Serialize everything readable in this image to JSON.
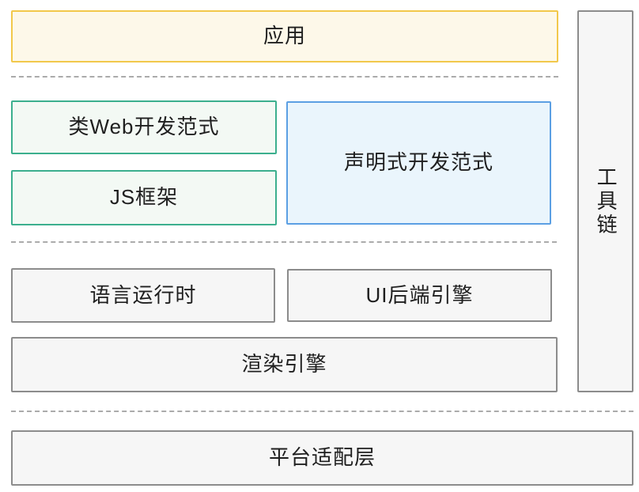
{
  "diagram": {
    "title": "framework-architecture-diagram",
    "boxes": {
      "app": {
        "label": "应用"
      },
      "toolchain": {
        "label": "工具链"
      },
      "web_paradigm": {
        "label": "类Web开发范式"
      },
      "js_framework": {
        "label": "JS框架"
      },
      "declarative_paradigm": {
        "label": "声明式开发范式"
      },
      "language_runtime": {
        "label": "语言运行时"
      },
      "ui_backend_engine": {
        "label": "UI后端引擎"
      },
      "render_engine": {
        "label": "渲染引擎"
      },
      "platform_adapter": {
        "label": "平台适配层"
      }
    },
    "colors": {
      "app_border": "#F2C84B",
      "app_bg": "#FDF8E9",
      "green_border": "#3CAF8E",
      "green_bg": "#F3F9F4",
      "blue_border": "#5B9FE3",
      "blue_bg": "#EAF5FC",
      "gray_border": "#8C8C8C",
      "gray_bg": "#F6F6F6",
      "dash": "#ABABAB",
      "text": "#1F1F1F"
    }
  }
}
